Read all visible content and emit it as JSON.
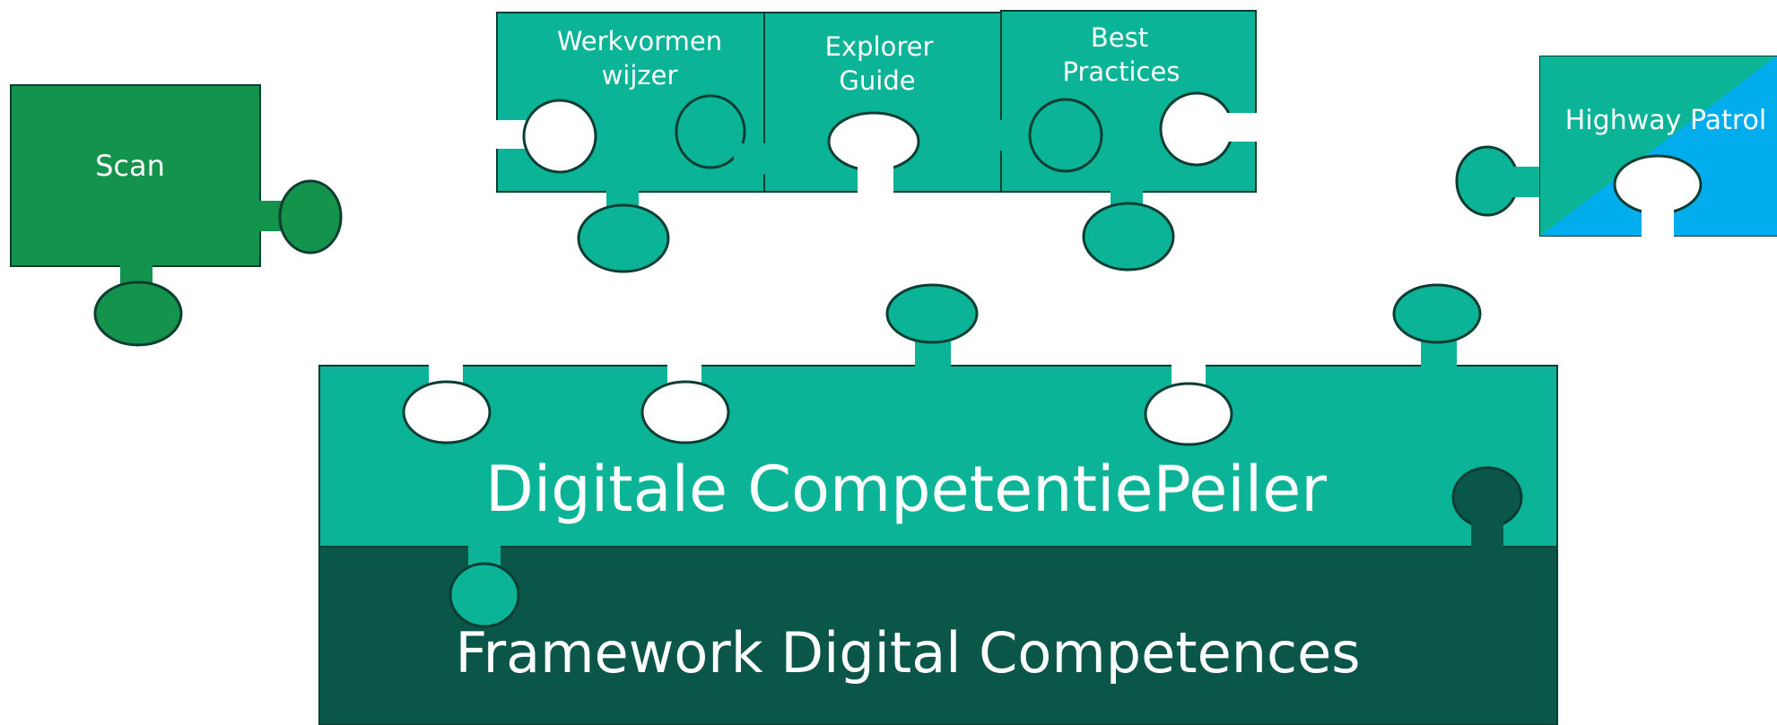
{
  "colors": {
    "teal": "#0bb496",
    "dark_green_piece": "#13934b",
    "dark_teal": "#0a574a",
    "blue": "#02adee",
    "outline": "#0b3d33",
    "white": "#ffffff"
  },
  "pieces": {
    "scan": {
      "label": "Scan"
    },
    "werkvormen": {
      "line1": "Werkvormen",
      "line2": "wijzer"
    },
    "explorer": {
      "line1": "Explorer",
      "line2": "Guide"
    },
    "best_practices": {
      "line1": "Best",
      "line2": "Practices"
    },
    "highway": {
      "label": "Highway Patrol"
    }
  },
  "base": {
    "top_label": "Digitale CompetentiePeiler",
    "bottom_label": "Framework Digital Competences"
  }
}
